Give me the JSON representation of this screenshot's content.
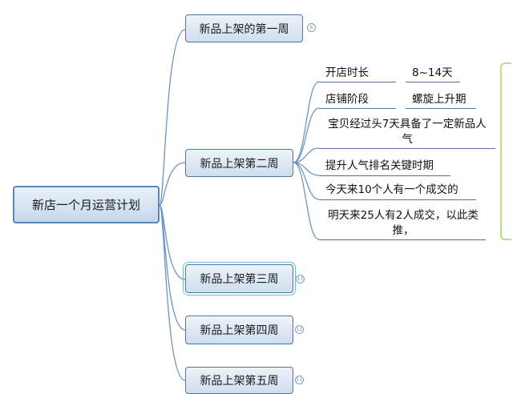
{
  "root": {
    "label": "新店一个月运营计划"
  },
  "branches": [
    {
      "label": "新品上架的第一周",
      "badge": "6"
    },
    {
      "label": "新品上架第二周"
    },
    {
      "label": "新品上架第三周",
      "badge": "13"
    },
    {
      "label": "新品上架第四周",
      "badge": "12"
    },
    {
      "label": "新品上架第五周",
      "badge": "11"
    }
  ],
  "week2_details": [
    {
      "text": "开店时长",
      "value": "8~14天"
    },
    {
      "text": "店铺阶段",
      "value": "螺旋上升期"
    },
    {
      "text": "宝贝经过头7天具备了一定新品人气"
    },
    {
      "text": "提升人气排名关键时期"
    },
    {
      "text": "今天来10个人有一个成交的"
    },
    {
      "text": "明天来25人有2人成交，以此类推，"
    }
  ],
  "colors": {
    "node_border": "#4f77a4",
    "node_fill": "#cfdeee",
    "connector": "#6f94bf",
    "bracket": "#b7dd8e",
    "selection": "#62c6d6"
  }
}
